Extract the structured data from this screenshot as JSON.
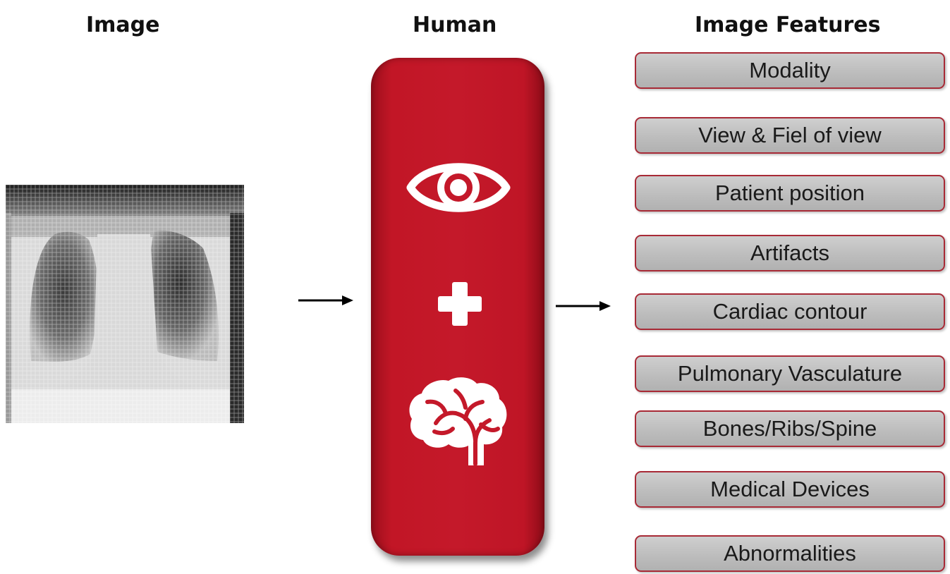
{
  "headings": {
    "image": "Image",
    "human": "Human",
    "image_features": "Image Features"
  },
  "human_panel": {
    "color": "#c4192a",
    "icons": [
      "eye-icon",
      "plus-icon",
      "brain-icon"
    ]
  },
  "features": [
    "Modality",
    "View & Fiel of view",
    "Patient position",
    "Artifacts",
    "Cardiac contour",
    "Pulmonary Vasculature",
    "Bones/Ribs/Spine",
    "Medical Devices",
    "Abnormalities"
  ],
  "colors": {
    "panel_red": "#c4192a",
    "box_fill": "#bdbdbd",
    "box_border": "#a82a36"
  }
}
